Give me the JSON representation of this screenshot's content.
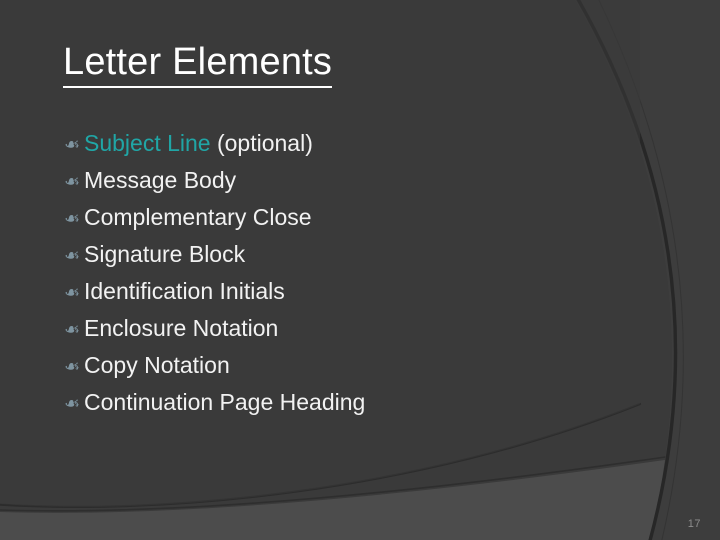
{
  "slide": {
    "title": "Letter Elements",
    "page_number": "17",
    "bullet_glyph_name": "floral-heart-bullet-icon",
    "bullet_glyph_char": "❧"
  },
  "theme": {
    "background": "#3a3a3a",
    "background_light": "#4c4c4c",
    "background_right_panel": "#3f3f3f",
    "arc_stroke": "#262626",
    "title_color": "#ffffff",
    "body_color": "#ffffff",
    "accent_color": "#20a6a6",
    "bullet_color": "#7e94a0",
    "page_number_color": "#8e8e8e"
  },
  "content": {
    "items": [
      {
        "text": "Subject Line",
        "suffix": " (optional)",
        "highlighted": true
      },
      {
        "text": "Message Body",
        "suffix": "",
        "highlighted": false
      },
      {
        "text": "Complementary Close",
        "suffix": "",
        "highlighted": false
      },
      {
        "text": "Signature Block",
        "suffix": "",
        "highlighted": false
      },
      {
        "text": "Identification Initials",
        "suffix": "",
        "highlighted": false
      },
      {
        "text": "Enclosure Notation",
        "suffix": "",
        "highlighted": false
      },
      {
        "text": "Copy Notation",
        "suffix": "",
        "highlighted": false
      },
      {
        "text": "Continuation Page Heading",
        "suffix": "",
        "highlighted": false
      }
    ]
  }
}
